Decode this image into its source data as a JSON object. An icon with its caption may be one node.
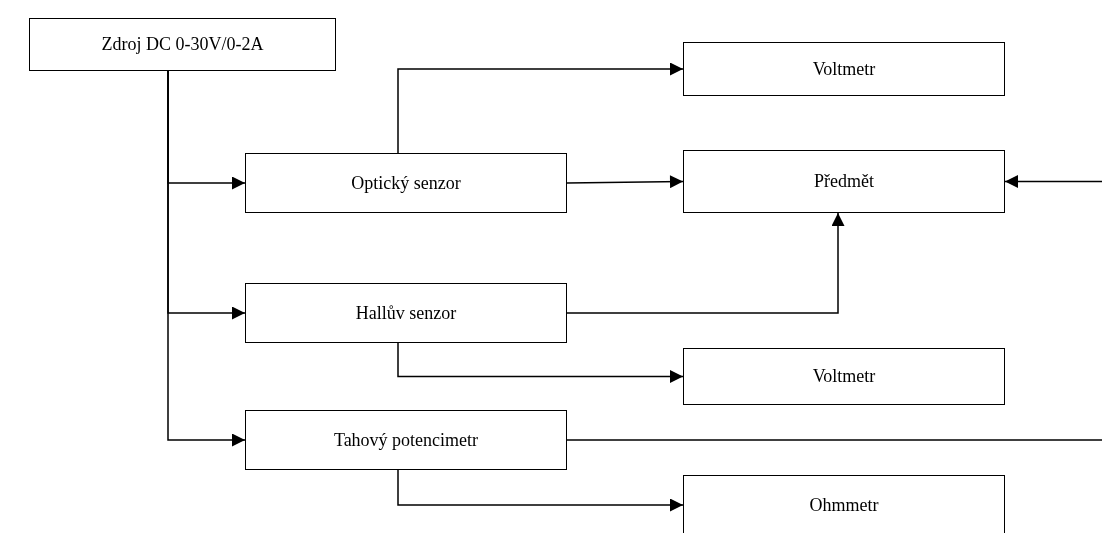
{
  "diagram": {
    "nodes": [
      {
        "text": [
          "Zdroj DC 0-30V/0-2A"
        ]
      },
      {
        "text": [
          "Voltmetr"
        ]
      },
      {
        "text": [
          "Optický senzor"
        ]
      },
      {
        "text": [
          "Předmět"
        ]
      },
      {
        "text": [
          "Hallův senzor"
        ]
      },
      {
        "text": [
          "Voltmetr"
        ]
      },
      {
        "text": [
          "Tahový potencimetr"
        ]
      },
      {
        "text": [
          "Ohmmetr"
        ]
      }
    ],
    "edges": [
      {
        "from": 0,
        "to": 2,
        "arrow": "to"
      },
      {
        "from": 0,
        "to": 4,
        "arrow": "to"
      },
      {
        "from": 0,
        "to": 6,
        "arrow": "to"
      },
      {
        "from": 2,
        "to": 1,
        "arrow": "to"
      },
      {
        "from": 2,
        "to": 3,
        "arrow": "to"
      },
      {
        "from": 4,
        "to": 3,
        "arrow": "to"
      },
      {
        "from": 4,
        "to": 5,
        "arrow": "to"
      },
      {
        "from": 6,
        "to": 7,
        "arrow": "to"
      },
      {
        "from": 6,
        "to": null,
        "arrow": "none"
      },
      {
        "from": null,
        "to": 3,
        "arrow": "to"
      }
    ]
  }
}
